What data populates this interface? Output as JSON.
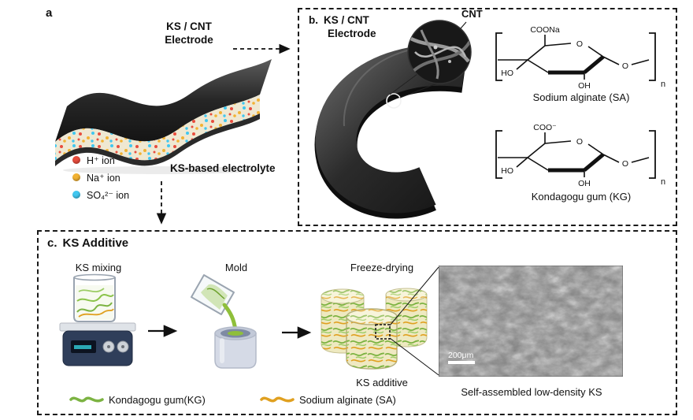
{
  "panel_a": {
    "label": "a",
    "electrode_title_line1": "KS / CNT",
    "electrode_title_line2": "Electrode",
    "electrolyte_label": "KS-based electrolyte",
    "legend": [
      {
        "label": "H⁺ ion",
        "color": "#e84c3d"
      },
      {
        "label": "Na⁺ ion",
        "color": "#f2b233"
      },
      {
        "label": "SO₄²⁻ ion",
        "color": "#41c7f0"
      }
    ]
  },
  "panel_b": {
    "label": "b.",
    "title_line1": "KS / CNT",
    "title_line2": "Electrode",
    "cnt_label": "CNT",
    "structures": [
      {
        "group": "COONa",
        "left": "HO",
        "bottom": "OH",
        "ring_o": "O",
        "link_o": "O",
        "subscript": "n",
        "caption": "Sodium alginate (SA)"
      },
      {
        "group": "COO⁻",
        "left": "HO",
        "bottom": "OH",
        "ring_o": "O",
        "link_o": "O",
        "subscript": "n",
        "caption": "Kondagogu gum (KG)"
      }
    ]
  },
  "panel_c": {
    "label": "c.",
    "title": "KS Additive",
    "steps": {
      "mixing": "KS mixing",
      "mold": "Mold",
      "freeze": "Freeze-drying"
    },
    "ks_additive_label": "KS additive",
    "sem": {
      "scale_bar": "200μm",
      "caption": "Self-assembled low-density KS"
    },
    "legend": [
      {
        "label": "Kondagogu gum(KG)",
        "color": "#7cb342"
      },
      {
        "label": "Sodium alginate (SA)",
        "color": "#e0a020"
      }
    ]
  }
}
